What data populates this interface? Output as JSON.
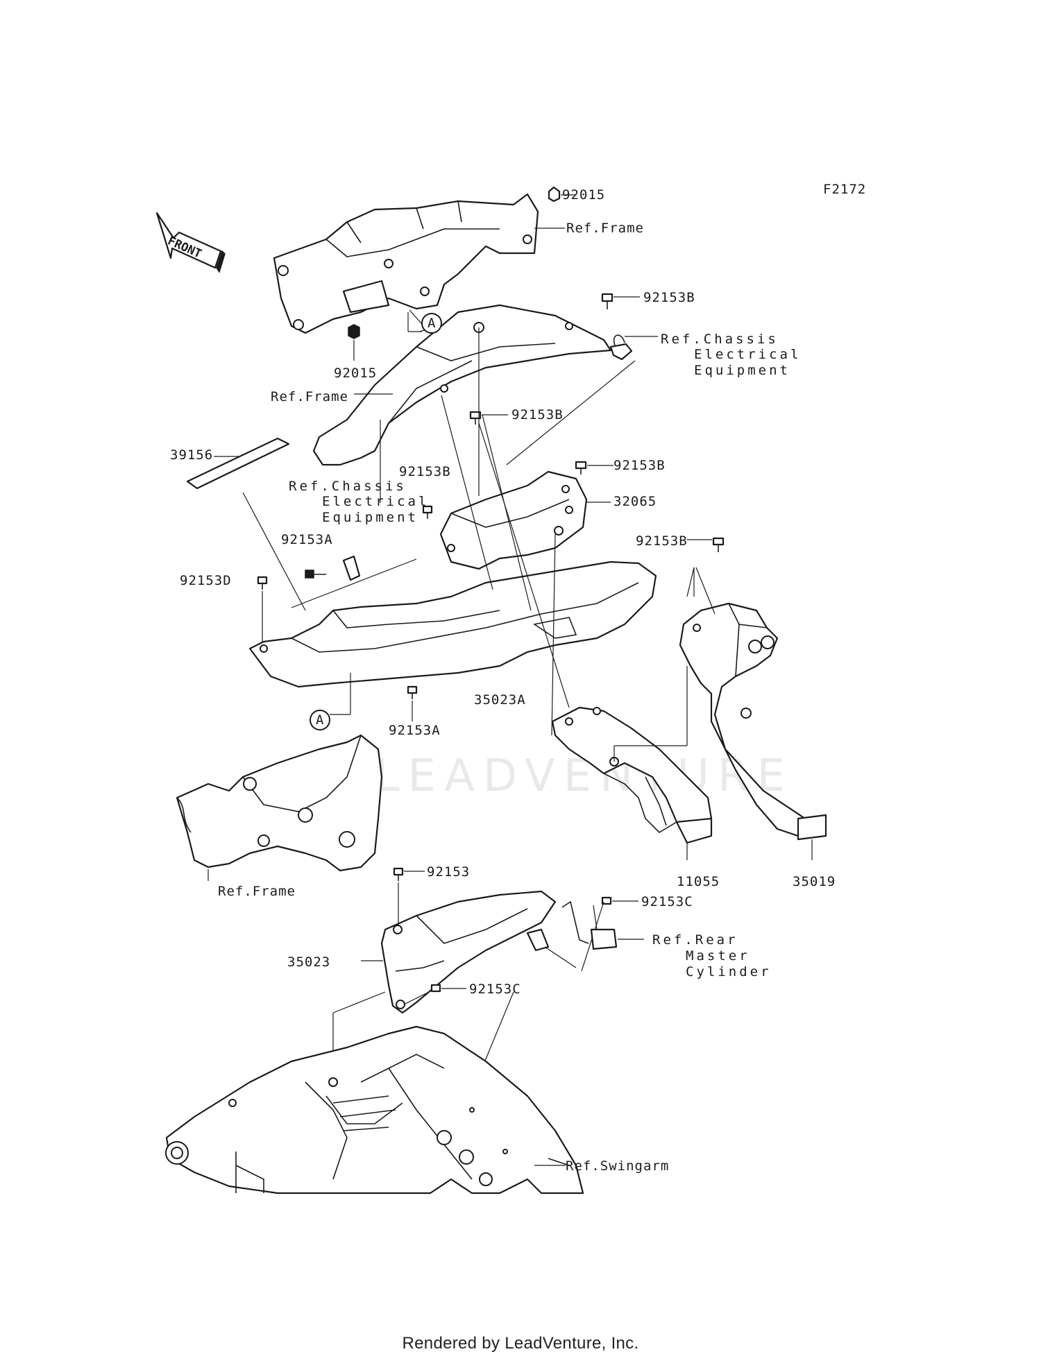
{
  "diagram_code": "F2172",
  "front_arrow": {
    "label": "FRONT",
    "icon": "front-direction-arrow-icon"
  },
  "watermark": "LEADVENTURE",
  "footer": "Rendered by LeadVenture, Inc.",
  "labels": {
    "p92015_top": "92015",
    "ref_frame_top": "Ref.Frame",
    "p92015_bottom": "92015",
    "ref_frame_mid": "Ref.Frame",
    "p92153b_1": "92153B",
    "ref_chassis_1": [
      "Ref.Chassis",
      "Electrical",
      "Equipment"
    ],
    "p92153b_2": "92153B",
    "p39156": "39156",
    "p92153b_3": "92153B",
    "p92153b_4": "92153B",
    "p32065": "32065",
    "ref_chassis_2": [
      "Ref.Chassis",
      "Electrical",
      "Equipment"
    ],
    "p92153a_1": "92153A",
    "p92153d": "92153D",
    "p92153b_5": "92153B",
    "p35023a": "35023A",
    "p92153a_2": "92153A",
    "callout_a": "A",
    "ref_frame_bottom": "Ref.Frame",
    "p11055": "11055",
    "p35019": "35019",
    "p92153": "92153",
    "p92153c_1": "92153C",
    "ref_rear_master": [
      "Ref.Rear",
      "Master",
      "Cylinder"
    ],
    "p35023": "35023",
    "p92153c_2": "92153C",
    "ref_swingarm": "Ref.Swingarm"
  }
}
